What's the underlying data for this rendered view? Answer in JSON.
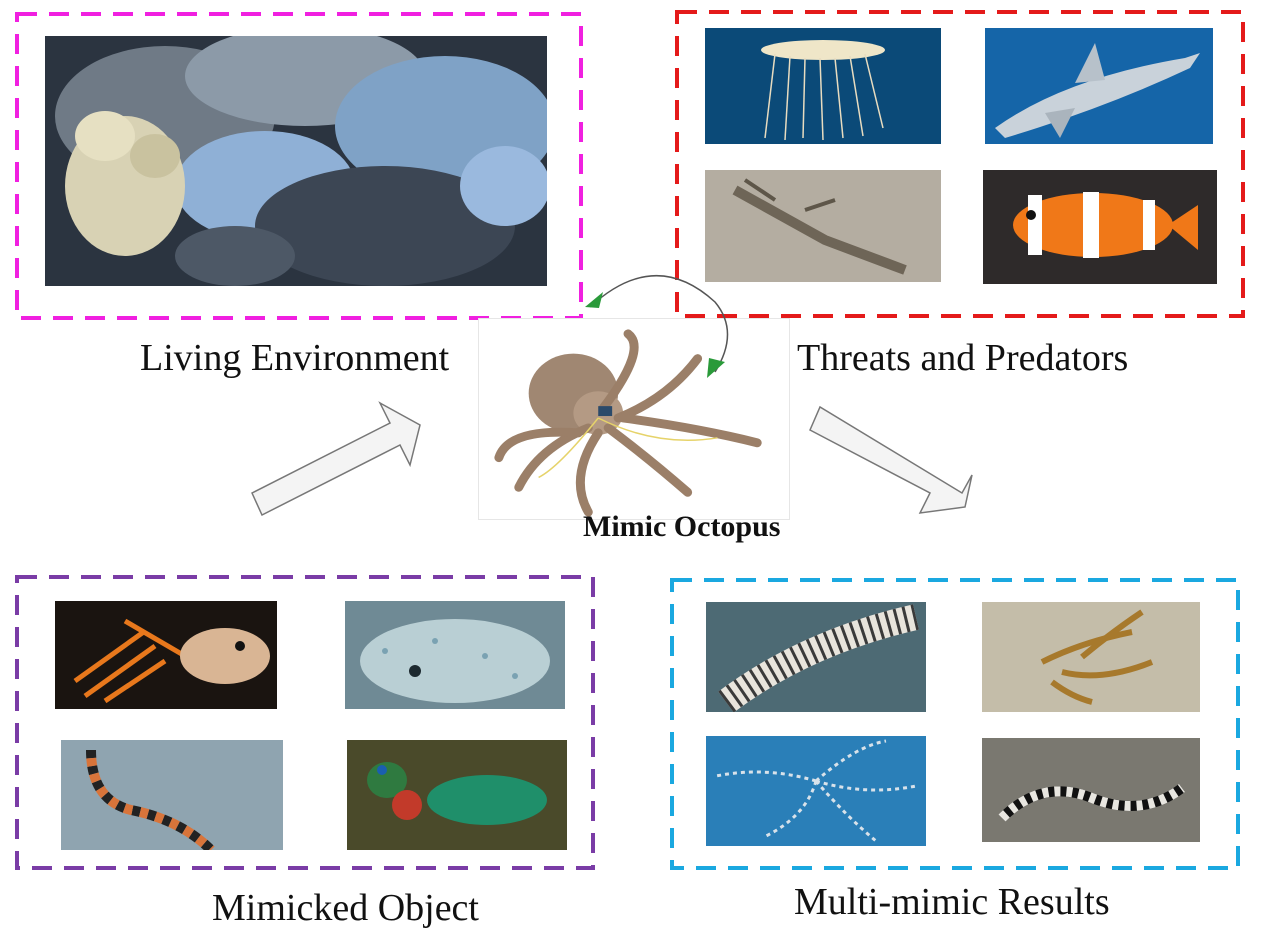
{
  "labels": {
    "center": "Mimic Octopus",
    "top_left": "Living Environment",
    "top_right": "Threats and Predators",
    "bottom_left": "Mimicked Object",
    "bottom_right": "Multi-mimic Results"
  },
  "colors": {
    "living_environment_border": "#f020e0",
    "threats_border": "#e41a1a",
    "mimicked_border": "#7a3ca6",
    "results_border": "#1aa8e0"
  },
  "images": {
    "living_environment": [
      "coral-reef-photo"
    ],
    "threats": [
      "jellyfish-photo",
      "shark-photo",
      "crab-photo",
      "clownfish-photo"
    ],
    "mimicked": [
      "lionfish-photo",
      "flatfish-photo",
      "sea-snake-photo",
      "mantis-shrimp-photo"
    ],
    "results": [
      "octopus-flatfish-mimic-photo",
      "octopus-lionfish-mimic-photo",
      "octopus-seasnake-mimic-photo",
      "octopus-banded-mimic-photo"
    ],
    "center": "octopus-illustration"
  }
}
